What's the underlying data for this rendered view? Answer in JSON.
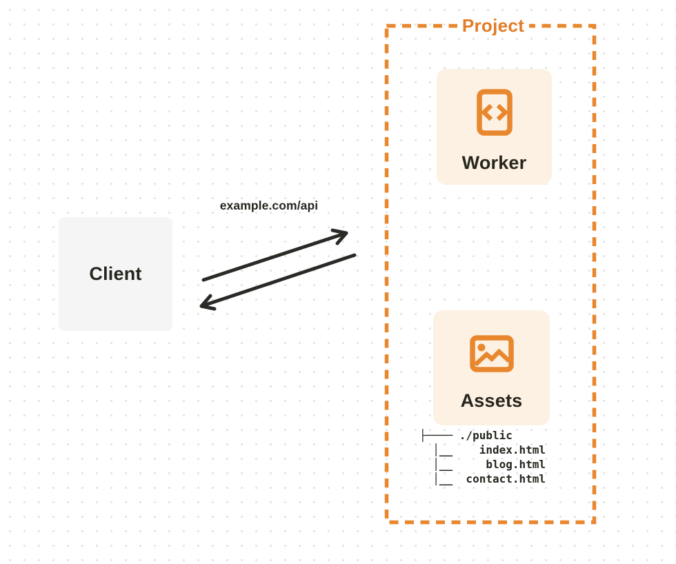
{
  "client": {
    "label": "Client"
  },
  "request": {
    "label": "example.com/api"
  },
  "project": {
    "title": "Project",
    "worker": {
      "label": "Worker",
      "icon": "code-document-icon"
    },
    "assets": {
      "label": "Assets",
      "icon": "image-icon"
    },
    "file_tree": {
      "root": "./public",
      "files": [
        "index.html",
        "blog.html",
        "contact.html"
      ],
      "lines": [
        "├──── ./public",
        "  │__    index.html",
        "  │__     blog.html",
        "  │__  contact.html"
      ]
    }
  },
  "colors": {
    "accent_orange": "#e8872e",
    "title_orange": "#e27c26",
    "card_cream": "#fcf1e2",
    "client_gray": "#f5f5f6",
    "ink": "#26251e",
    "dot_grid": "#e3e3e3"
  }
}
